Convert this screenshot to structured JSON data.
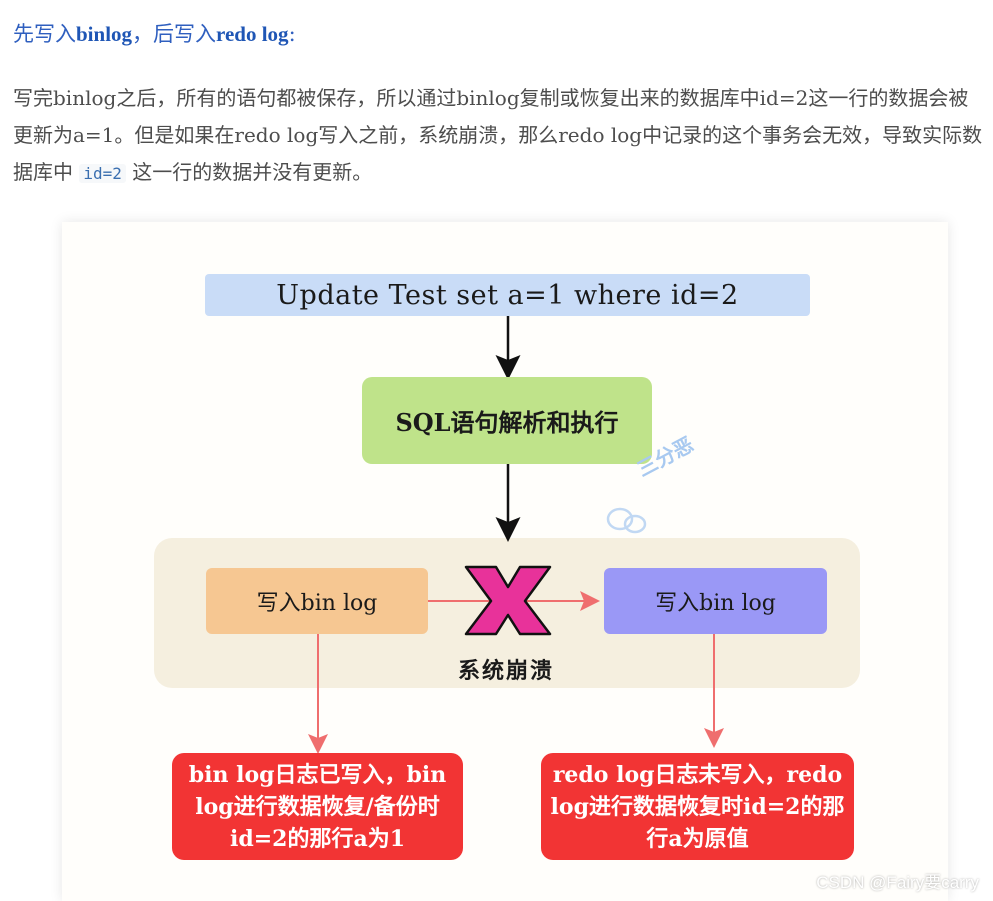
{
  "heading": {
    "prefix": "先写入",
    "bold1": "binlog",
    "middle": "，后写入",
    "bold2": "redo log",
    "suffix": ":"
  },
  "paragraph": {
    "part1": "写完binlog之后，所有的语句都被保存，所以通过binlog复制或恢复出来的数据库中id=2这一行的数据会被更新为a=1。但是如果在redo log写入之前，系统崩溃，那么redo log中记录的这个事务会无效，导致实际数据库中 ",
    "code": "id=2",
    "part2": " 这一行的数据并没有更新。"
  },
  "diagram": {
    "update_stmt": "Update Test set a=1 where id=2",
    "sql_box": "SQL语句解析和执行",
    "binlog_box": "写入bin log",
    "redolog_box": "写入bin log",
    "crash_label": "系统崩溃",
    "left_result": "bin log日志已写入，bin log进行数据恢复/备份时id=2的那行a为1",
    "right_result": "redo log日志未写入，redo log进行数据恢复时id=2的那行a为原值",
    "watermark": "三分恶",
    "colors": {
      "update": "#c9dcf7",
      "sql": "#bfe38a",
      "binlog": "#f6c792",
      "redolog": "#9a98f6",
      "result": "#f23434",
      "cross": "#e8329a"
    }
  },
  "footer_watermark": "CSDN @Fairy要carry"
}
